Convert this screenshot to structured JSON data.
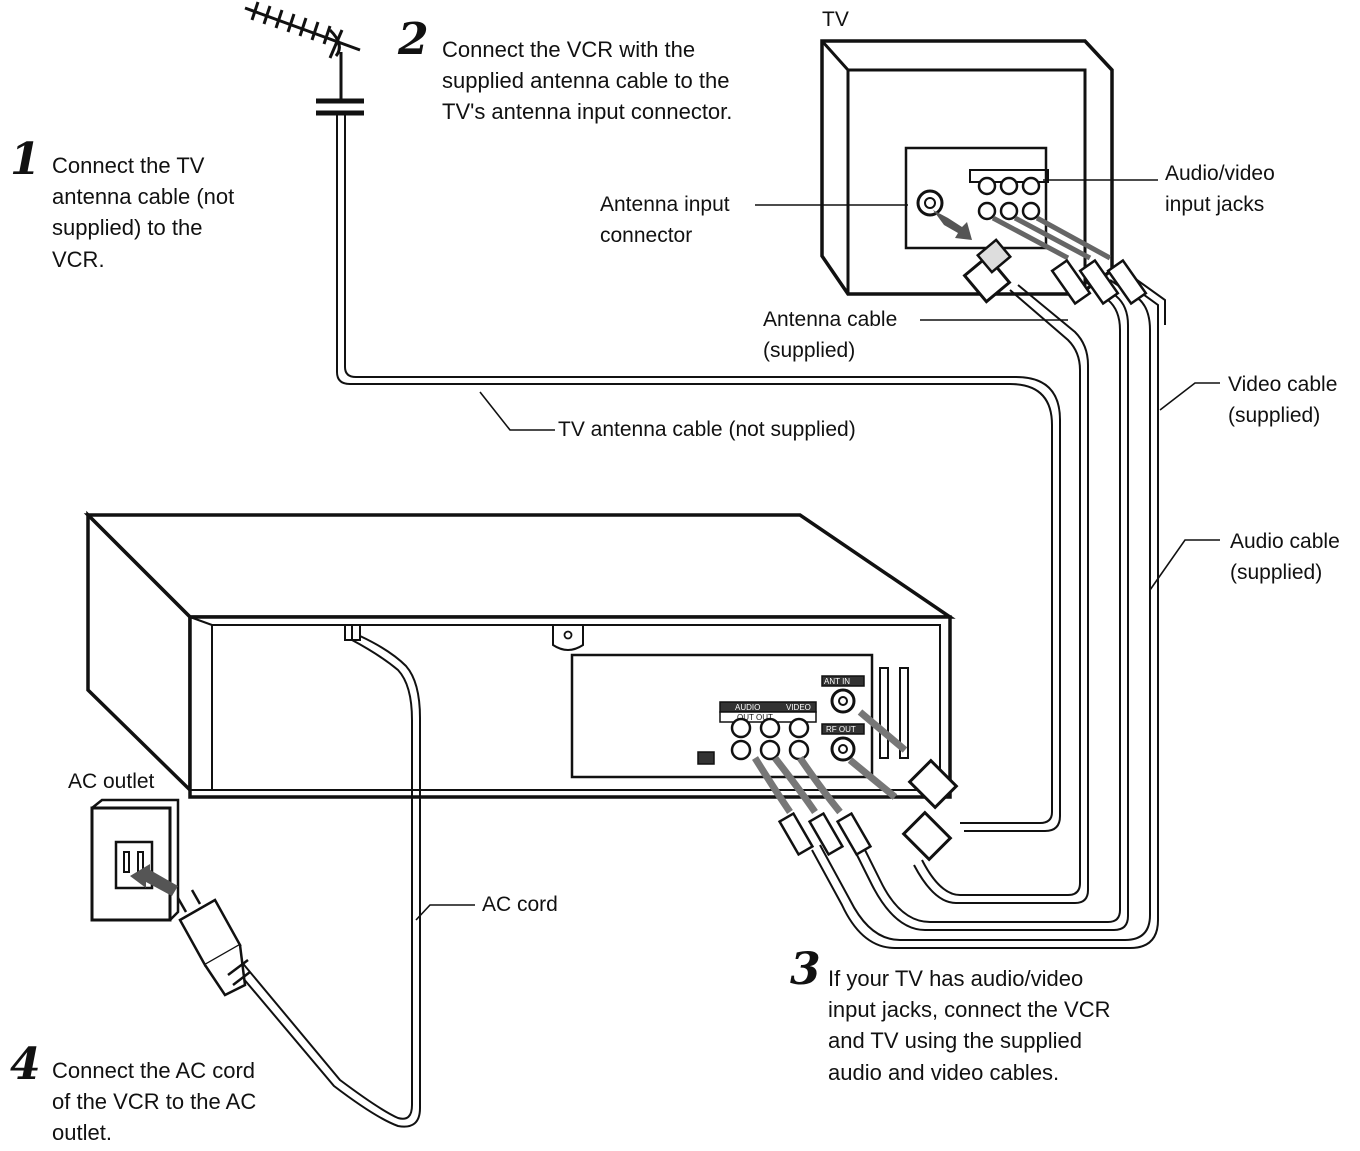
{
  "steps": [
    {
      "number": "1",
      "text": "Connect the TV\nantenna cable (not\nsupplied) to the\nVCR."
    },
    {
      "number": "2",
      "text": "Connect the VCR with the\nsupplied antenna cable to the\nTV's antenna input connector."
    },
    {
      "number": "3",
      "text": "If your TV has audio/video\ninput jacks, connect the VCR\nand TV using the supplied\naudio and video cables."
    },
    {
      "number": "4",
      "text": "Connect the AC cord\nof the VCR to the AC\noutlet."
    }
  ],
  "labels": {
    "tv": "TV",
    "antenna_input": "Antenna input\nconnector",
    "av_input_jacks": "Audio/video\ninput jacks",
    "antenna_cable": "Antenna cable\n(supplied)",
    "video_cable": "Video cable\n(supplied)",
    "audio_cable": "Audio cable\n(supplied)",
    "tv_antenna_cable": "TV antenna cable (not supplied)",
    "ac_outlet": "AC outlet",
    "ac_cord": "AC cord"
  },
  "vcr_panel": {
    "audio": "AUDIO",
    "video": "VIDEO",
    "in_out": "OUT  OUT",
    "ant_in": "ANT IN",
    "rf_out": "RF OUT"
  }
}
